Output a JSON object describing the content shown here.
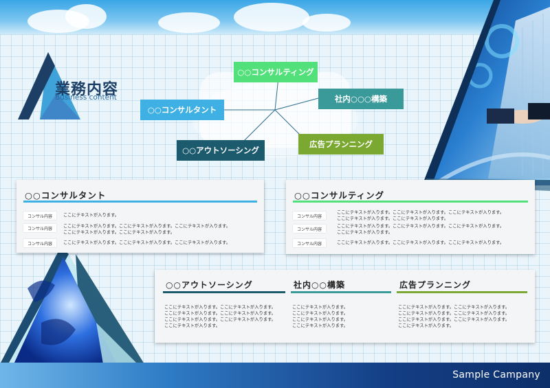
{
  "title": {
    "jp": "業務内容",
    "en": "Business content"
  },
  "company": "Sample Campany",
  "colors": {
    "blue": "#3fb0e4",
    "green": "#52e07a",
    "teal": "#3a9a9a",
    "darkteal": "#1c5a6e",
    "olive": "#7aa830",
    "navy": "#1d3f66"
  },
  "diagram": {
    "items": [
      {
        "label": "○○コンサルティング"
      },
      {
        "label": "社内○○○構築"
      },
      {
        "label": "広告プランニング"
      },
      {
        "label": "○○アウトソーシング"
      },
      {
        "label": "○○コンサルタント"
      }
    ]
  },
  "card1": {
    "title": "○○コンサルタント",
    "rows": [
      {
        "tag": "コンサル内容",
        "text": "ここにテキストが入ります。"
      },
      {
        "tag": "コンサル内容",
        "text": "ここにテキストが入ります。ここにテキストが入ります。ここにテキストが入ります。\nここにテキストが入ります。ここにテキストが入ります。"
      },
      {
        "tag": "コンサル内容",
        "text": "ここにテキストが入ります。ここにテキストが入ります。ここにテキストが入ります。"
      }
    ]
  },
  "card2": {
    "title": "○○コンサルティング",
    "rows": [
      {
        "tag": "コンサル内容",
        "text": "ここにテキストが入ります。ここにテキストが入ります。ここにテキストが入ります。\nここにテキストが入ります。ここにテキストが入ります。"
      },
      {
        "tag": "コンサル内容",
        "text": "ここにテキストが入ります。ここにテキストが入ります。ここにテキストが入ります。\nここにテキストが入ります。"
      },
      {
        "tag": "コンサル内容",
        "text": "ここにテキストが入ります。ここにテキストが入ります。ここにテキストが入ります。"
      }
    ]
  },
  "card3": {
    "columns": [
      {
        "title": "○○アウトソーシング",
        "text": "ここにテキストが入ります。ここにテキストが入ります。\nここにテキストが入ります。ここにテキストが入ります。\nここにテキストが入ります。ここにテキストが入ります。\nここにテキストが入ります。"
      },
      {
        "title": "社内○○構築",
        "text": "ここにテキストが入ります。\nここにテキストが入ります。\nここにテキストが入ります。\nここにテキストが入ります。"
      },
      {
        "title": "広告プランニング",
        "text": "ここにテキストが入ります。ここにテキストが入ります。\nここにテキストが入ります。ここにテキストが入ります。\nここにテキストが入ります。ここにテキストが入ります。\nここにテキストが入ります。"
      }
    ]
  }
}
